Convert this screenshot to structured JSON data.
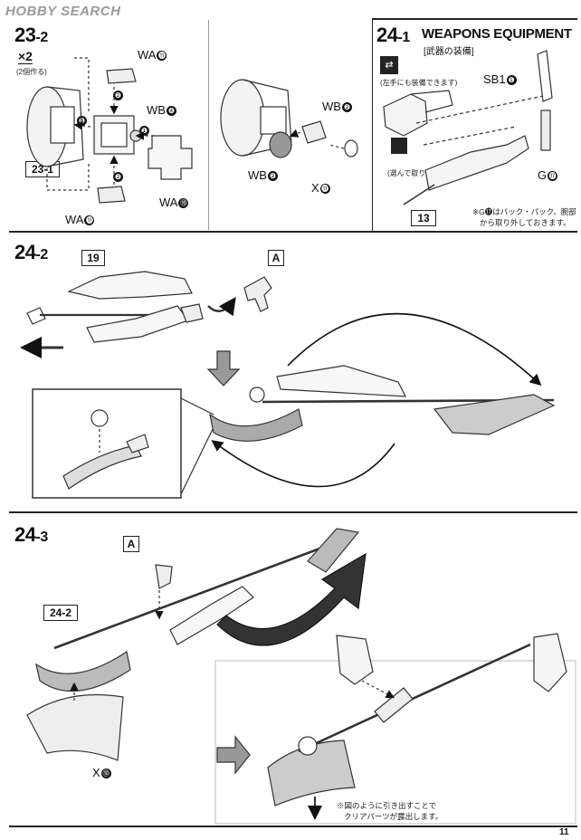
{
  "watermark": "HOBBY SEARCH",
  "page_number": "11",
  "sections": {
    "s23_2": {
      "step": "23",
      "sub": "-2",
      "multiplier": "×2",
      "multiplier_note": "(2個作る)",
      "ref_box": "23-1",
      "parts": [
        {
          "name": "WA",
          "num": "⓫"
        },
        {
          "name": "WB",
          "num": "❹"
        },
        {
          "name": "WA",
          "num": "⓫"
        },
        {
          "name": "WA",
          "num": "⓾"
        }
      ],
      "order": [
        "❶",
        "❷",
        "❷",
        "❸"
      ],
      "right_parts": [
        {
          "name": "WB",
          "num": "❷"
        },
        {
          "name": "WB",
          "num": "❷"
        },
        {
          "name": "X",
          "num": "⓫"
        }
      ]
    },
    "s24_1": {
      "step": "24",
      "sub": "-1",
      "title": "WEAPONS EQUIPMENT",
      "subtitle": "[武器の装備]",
      "note_left": "(左手にも装備できます)",
      "note_back": "(選んで取り付ける)",
      "ref_box": "13",
      "parts": [
        {
          "name": "SB1",
          "num": "❶"
        },
        {
          "name": "G",
          "num": "⓱"
        }
      ],
      "footnote_line1": "※G⓱はバック・パック、腕部",
      "footnote_line2": "から取り外しておきます。"
    },
    "s24_2": {
      "step": "24",
      "sub": "-2",
      "ref_box_19": "19",
      "ref_box_a": "A"
    },
    "s24_3": {
      "step": "24",
      "sub": "-3",
      "ref_box_a": "A",
      "ref_box": "24-2",
      "part": {
        "name": "X",
        "num": "⓾"
      },
      "footnote_line1": "※図のように引き出すことで",
      "footnote_line2": "クリアパーツが露出します。"
    }
  }
}
